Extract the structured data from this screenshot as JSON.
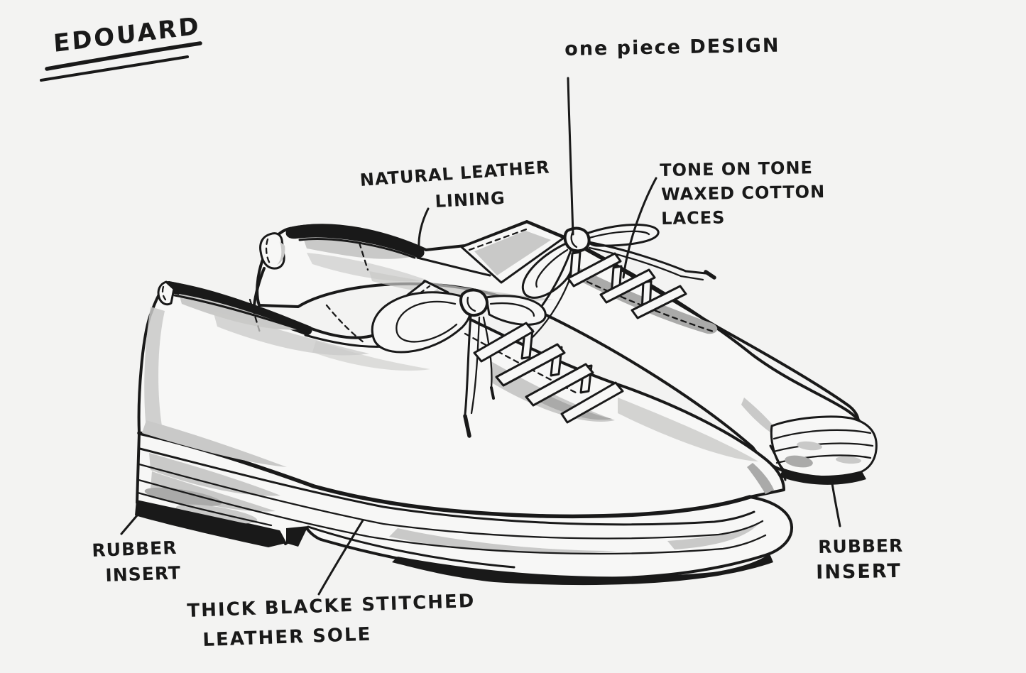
{
  "title": "EDOUARD",
  "labels": {
    "one_piece_design": "one piece DESIGN",
    "natural_leather_line1": "NATURAL LEATHER",
    "natural_leather_line2": "LINING",
    "laces_line1": "TONE ON TONE",
    "laces_line2": "WAXED COTTON",
    "laces_line3": "LACES",
    "rubber_insert_left_line1": "RUBBER",
    "rubber_insert_left_line2": "INSERT",
    "sole_line1": "THICK BLACKE STITCHED",
    "sole_line2": "LEATHER SOLE",
    "rubber_insert_right_line1": "RUBBER",
    "rubber_insert_right_line2": "INSERT"
  },
  "colors": {
    "paper": "#f3f3f2",
    "ink": "#191919",
    "shade_light": "#c9c9c8",
    "shade_mid": "#aaaaa9"
  }
}
